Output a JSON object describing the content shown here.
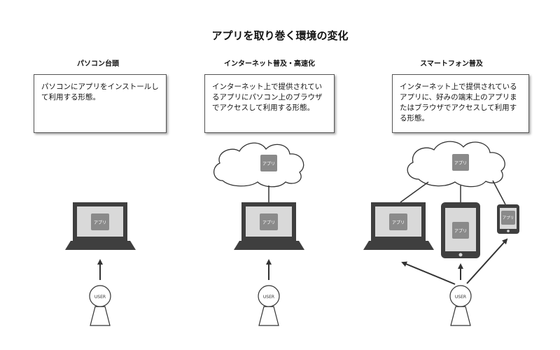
{
  "title": "アプリを取り巻く環境の変化",
  "columns": [
    {
      "heading": "パソコン台頭",
      "description": "パソコンにアプリをインストールして利用する形態。"
    },
    {
      "heading": "インターネット普及・高速化",
      "description": "インターネット上で提供されているアプリにパソコン上のブラウザでアクセスして利用する形態。"
    },
    {
      "heading": "スマートフォン普及",
      "description": "インターネット上で提供されているアプリに、好みの端末上のアプリまたはブラウザでアクセスして利用する形態。"
    }
  ],
  "app_label": "アプリ",
  "user_label": "USER",
  "colors": {
    "device_dark": "#3f3f3f",
    "screen_bg": "#d9d9d9",
    "app_tile": "#8a8a8a",
    "cloud_fill": "#ffffff",
    "stroke": "#333333"
  }
}
